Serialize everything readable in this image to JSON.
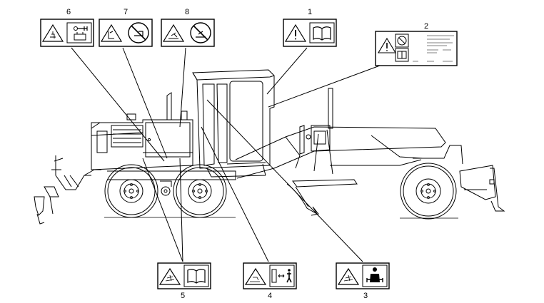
{
  "diagram": {
    "callouts": [
      {
        "number": "1",
        "symbols": [
          "warning-triangle",
          "manual-book"
        ]
      },
      {
        "number": "2",
        "symbols": [
          "warning-triangle",
          "no-hands",
          "manual-book",
          "info-text-block"
        ]
      },
      {
        "number": "3",
        "symbols": [
          "crush-hazard",
          "seatbelt-operator"
        ]
      },
      {
        "number": "4",
        "symbols": [
          "run-over-hazard",
          "keep-distance"
        ]
      },
      {
        "number": "5",
        "symbols": [
          "crush-hazard",
          "manual-book"
        ]
      },
      {
        "number": "6",
        "symbols": [
          "explosion-hazard",
          "battery-jumper"
        ]
      },
      {
        "number": "7",
        "symbols": [
          "fall-hazard",
          "no-step"
        ]
      },
      {
        "number": "8",
        "symbols": [
          "slip-hazard",
          "no-step"
        ]
      }
    ],
    "colors": {
      "line": "#000000",
      "background": "#ffffff"
    }
  }
}
